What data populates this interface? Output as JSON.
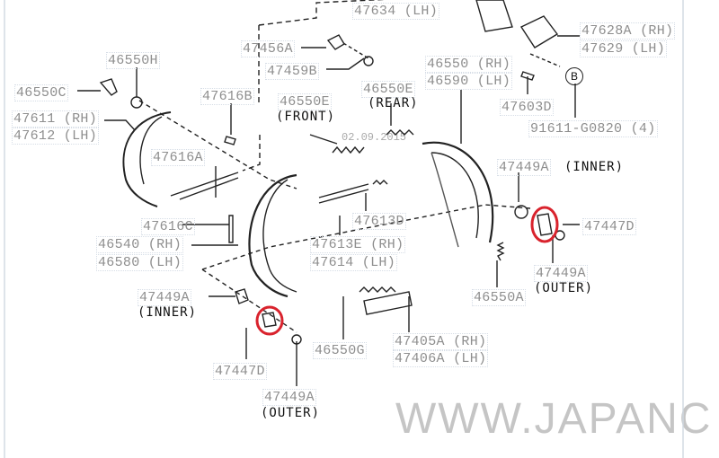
{
  "watermark": "WWW.JAPANC",
  "date_stamp": "02.09.2015",
  "callout_b": "B",
  "highlight_color": "#d9232d",
  "labels": {
    "p47634": "47634 (LH)",
    "p47456A": "47456A",
    "p47459B": "47459B",
    "p46550H": "46550H",
    "p46550C": "46550C",
    "p47611": "47611 (RH)",
    "p47612": "47612 (LH)",
    "p47616B": "47616B",
    "p46550E_front": "46550E",
    "q_front": "(FRONT)",
    "p46550E_rear": "46550E",
    "q_rear": "(REAR)",
    "p46550": "46550 (RH)",
    "p46590": "46590 (LH)",
    "p47628A": "47628A (RH)",
    "p47629": "47629 (LH)",
    "p47603D": "47603D",
    "p91611": "91611-G0820 (4)",
    "p47616A": "47616A",
    "p47449A_inner_r": "47449A",
    "q_inner_r": "(INNER)",
    "p47613D": "47613D",
    "p47616C": "47616C",
    "p47447D_r": "47447D",
    "p46540": "46540 (RH)",
    "p46580": "46580 (LH)",
    "p47613E": "47613E (RH)",
    "p47614": "47614 (LH)",
    "p47449A_outer_r": "47449A",
    "q_outer_r": "(OUTER)",
    "p47449A_inner_l": "47449A",
    "q_inner_l": "(INNER)",
    "p46550A": "46550A",
    "p46550G": "46550G",
    "p47405A": "47405A (RH)",
    "p47406A": "47406A (LH)",
    "p47447D_l": "47447D",
    "p47449A_outer_l": "47449A",
    "q_outer_l": "(OUTER)"
  }
}
